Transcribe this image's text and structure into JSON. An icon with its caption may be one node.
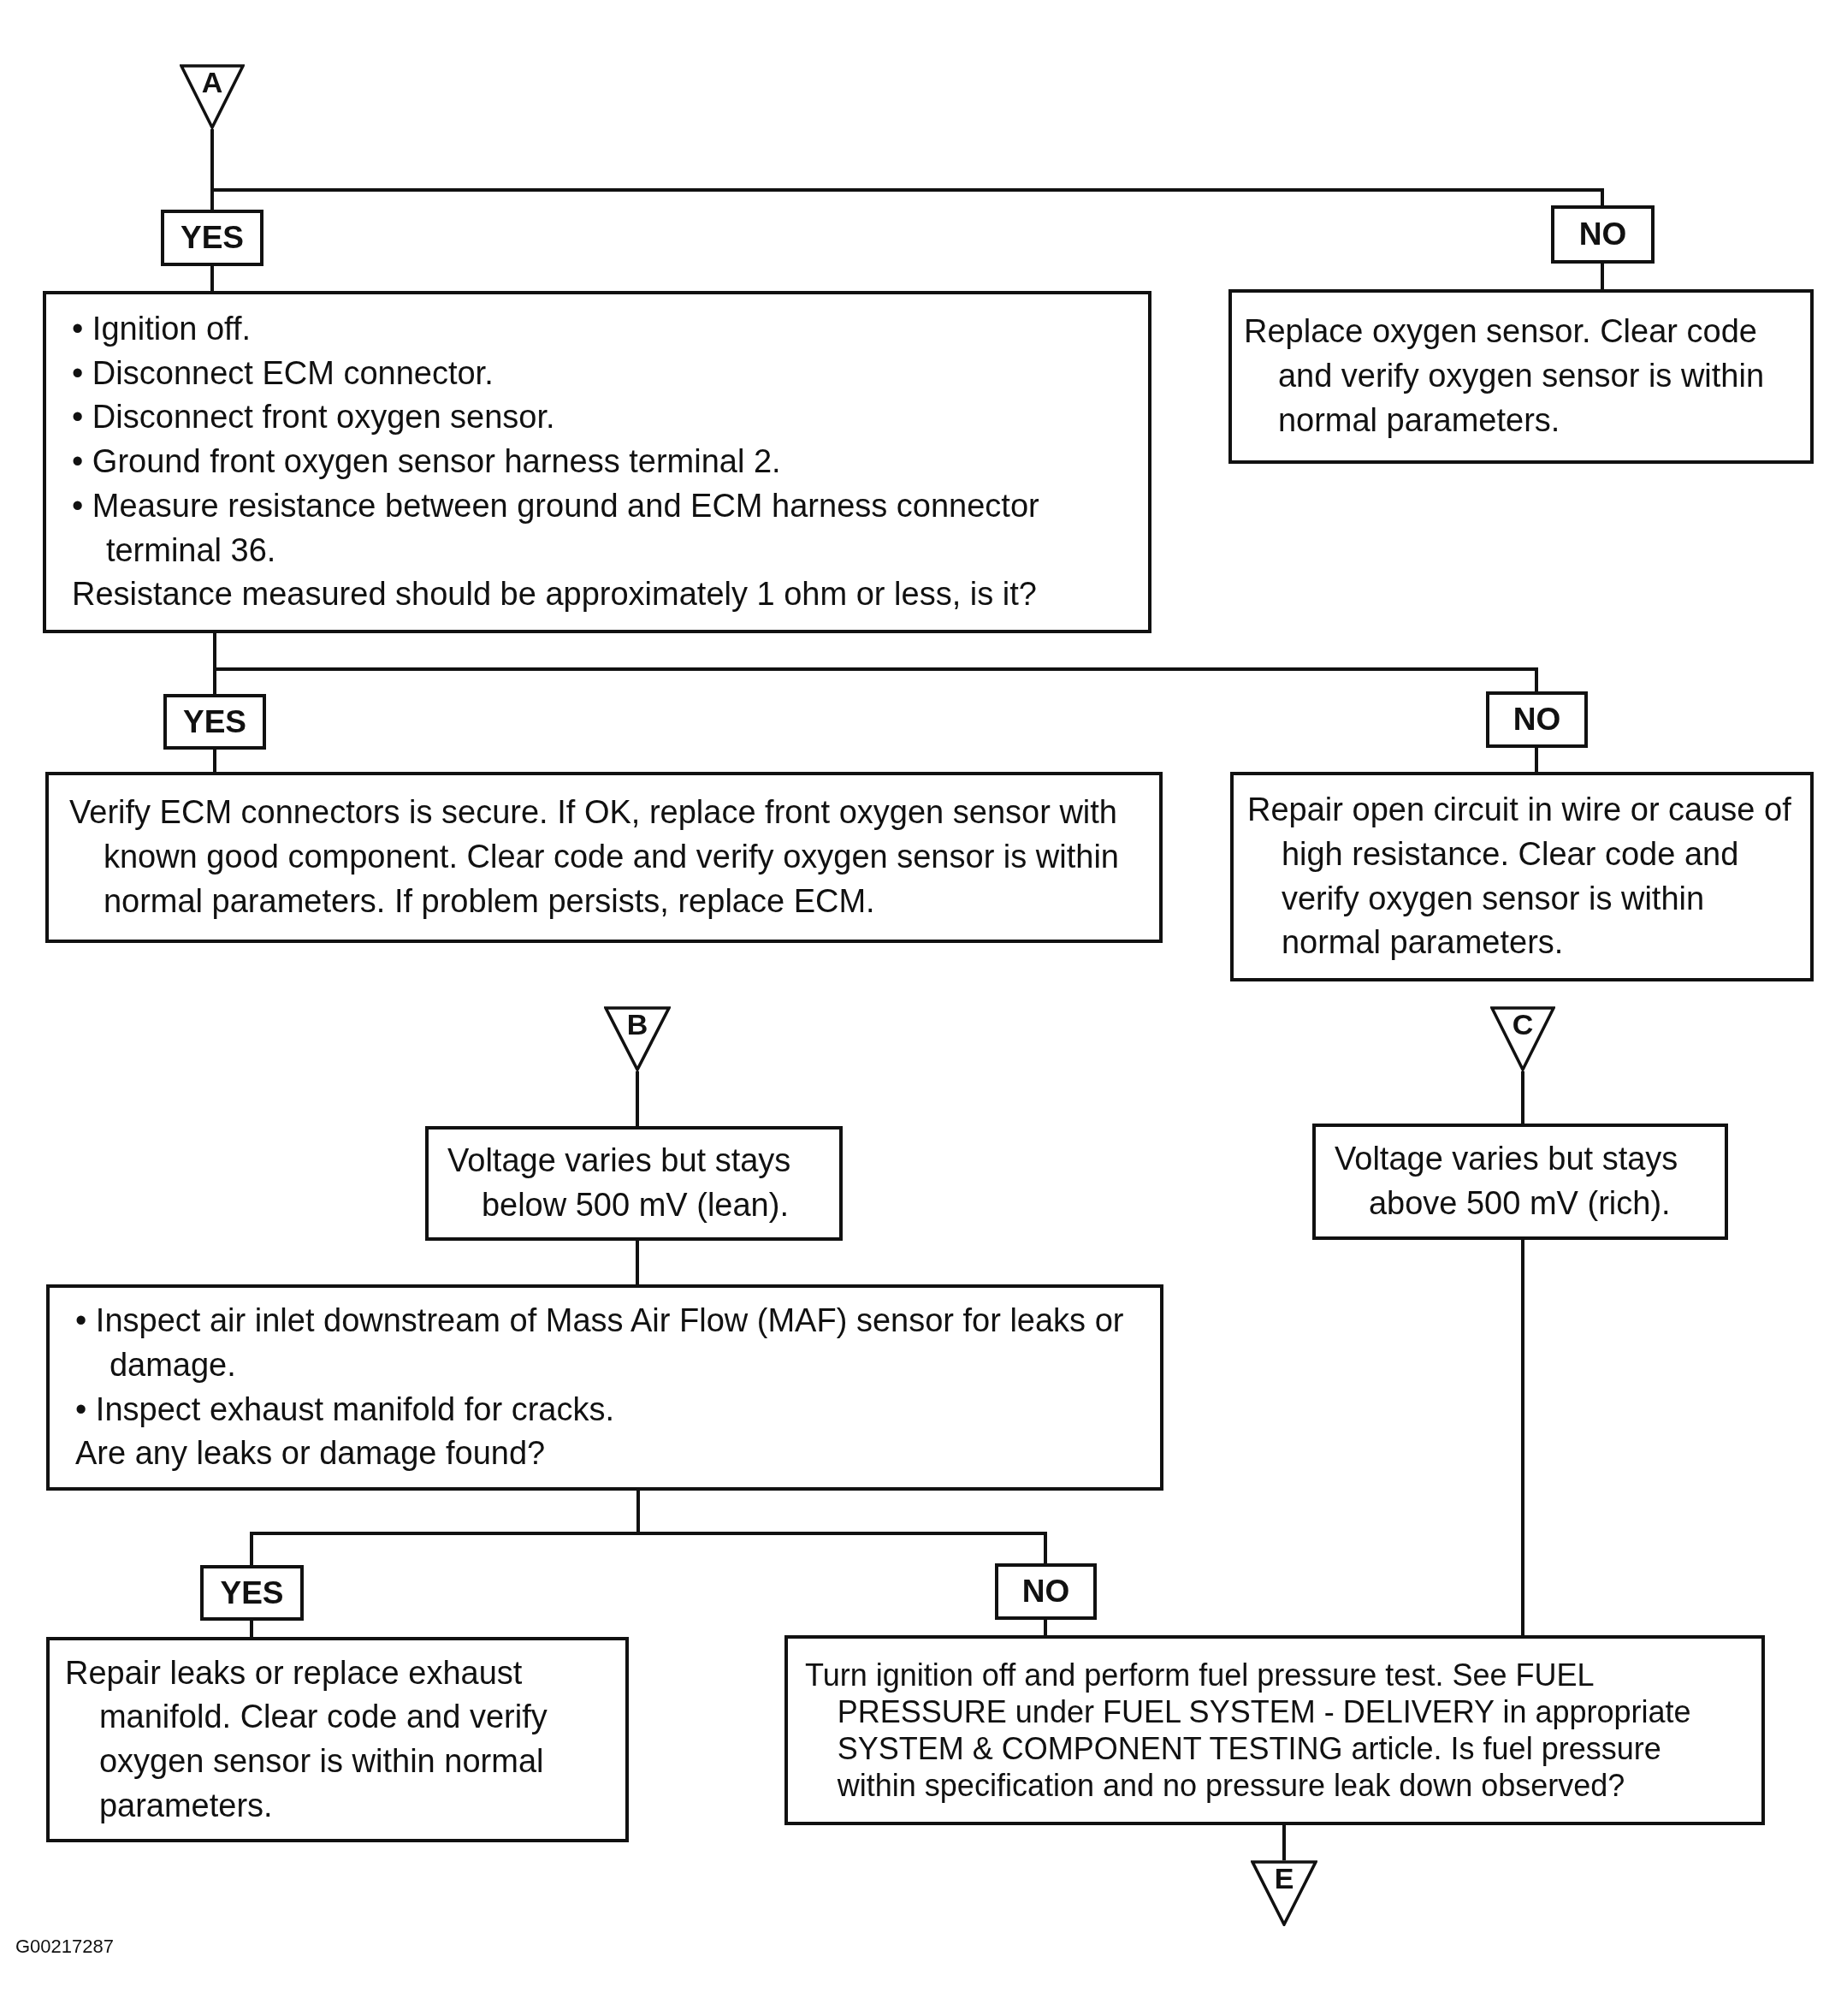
{
  "diagram": {
    "nodes": [
      {
        "text": [
          "A"
        ]
      },
      {
        "text": [
          "YES"
        ]
      },
      {
        "text": [
          "NO"
        ]
      },
      {
        "text": [
          "• Ignition off.",
          "• Disconnect ECM connector.",
          "• Disconnect front oxygen sensor.",
          "• Ground front oxygen sensor harness terminal 2.",
          "• Measure resistance between ground and ECM harness connector terminal 36.",
          "Resistance measured should be approximately 1 ohm or less, is it?"
        ]
      },
      {
        "text": [
          "Replace oxygen sensor. Clear code and verify oxygen sensor is within normal parameters."
        ]
      },
      {
        "text": [
          "YES"
        ]
      },
      {
        "text": [
          "NO"
        ]
      },
      {
        "text": [
          "Verify ECM connectors is secure. If OK, replace front oxygen sensor with known good component. Clear code and verify oxygen sensor is within normal parameters. If problem persists, replace ECM."
        ]
      },
      {
        "text": [
          "Repair open circuit in wire or cause of high resistance. Clear code and verify oxygen sensor is within normal parameters."
        ]
      },
      {
        "text": [
          "B"
        ]
      },
      {
        "text": [
          "C"
        ]
      },
      {
        "text": [
          "Voltage varies but stays below 500 mV (lean)."
        ]
      },
      {
        "text": [
          "Voltage varies but stays above 500 mV (rich)."
        ]
      },
      {
        "text": [
          "• Inspect air inlet downstream of Mass Air Flow (MAF) sensor for leaks or damage.",
          "• Inspect exhaust manifold for cracks.",
          "Are any leaks or damage found?"
        ]
      },
      {
        "text": [
          "YES"
        ]
      },
      {
        "text": [
          "NO"
        ]
      },
      {
        "text": [
          "Repair leaks or replace exhaust manifold. Clear code and verify oxygen sensor is within normal parameters."
        ]
      },
      {
        "text": [
          "Turn ignition off and perform fuel pressure test. See FUEL PRESSURE under FUEL SYSTEM - DELIVERY in appropriate SYSTEM & COMPONENT TESTING article. Is fuel pressure within specification and no pressure leak down observed?"
        ]
      },
      {
        "text": [
          "E"
        ]
      }
    ],
    "edges": [
      {
        "from": 0,
        "to": 1,
        "arrow": "none"
      },
      {
        "from": 0,
        "to": 2,
        "arrow": "none"
      },
      {
        "from": 1,
        "to": 3,
        "arrow": "none"
      },
      {
        "from": 2,
        "to": 4,
        "arrow": "none"
      },
      {
        "from": 3,
        "to": 5,
        "arrow": "none"
      },
      {
        "from": 3,
        "to": 6,
        "arrow": "none"
      },
      {
        "from": 5,
        "to": 7,
        "arrow": "none"
      },
      {
        "from": 6,
        "to": 8,
        "arrow": "none"
      },
      {
        "from": 9,
        "to": 11,
        "arrow": "none"
      },
      {
        "from": 11,
        "to": 13,
        "arrow": "none"
      },
      {
        "from": 13,
        "to": 14,
        "arrow": "none"
      },
      {
        "from": 13,
        "to": 15,
        "arrow": "none"
      },
      {
        "from": 14,
        "to": 16,
        "arrow": "none"
      },
      {
        "from": 15,
        "to": 17,
        "arrow": "none"
      },
      {
        "from": 10,
        "to": 12,
        "arrow": "none"
      },
      {
        "from": 12,
        "to": 17,
        "arrow": "none"
      },
      {
        "from": 17,
        "to": 18,
        "arrow": "none"
      }
    ],
    "labels": [
      "G00217287"
    ]
  }
}
